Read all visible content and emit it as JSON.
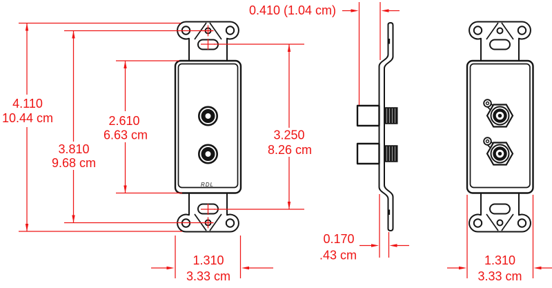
{
  "drawing": {
    "brand": "RDL",
    "dims": {
      "overall_h_in": "4.110",
      "overall_h_cm": "10.44 cm",
      "holes_h_in": "3.810",
      "holes_h_cm": "9.68 cm",
      "plate_h_in": "2.610",
      "plate_h_cm": "6.63 cm",
      "slots_h_in": "3.250",
      "slots_h_cm": "8.26 cm",
      "depth_front": "0.410 (1.04 cm)",
      "depth_rear_in": "0.170",
      "depth_rear_cm": ".43 cm",
      "width_front_in": "1.310",
      "width_front_cm": "3.33 cm",
      "width_rear_in": "1.310",
      "width_rear_cm": "3.33 cm"
    },
    "colors": {
      "dimension_red": "#ee1414",
      "outline_black": "#141414",
      "background": "#ffffff"
    }
  }
}
